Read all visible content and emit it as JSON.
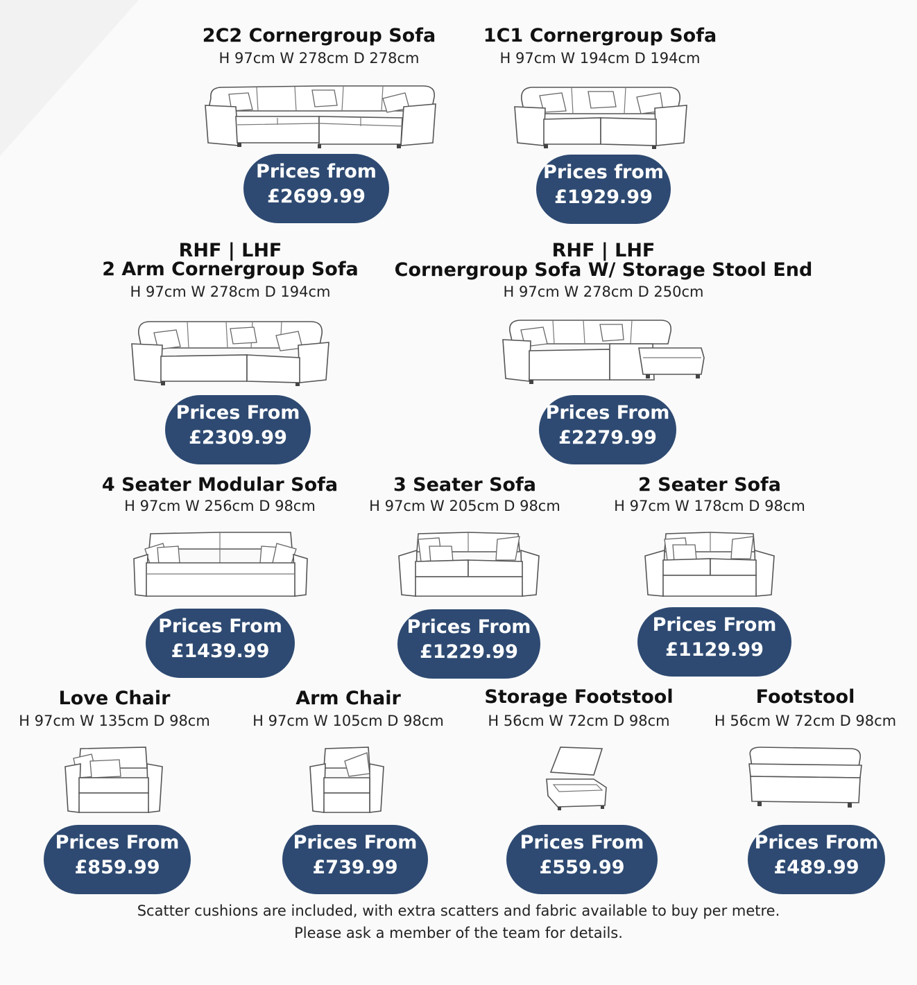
{
  "colors": {
    "pill": "#2e4a72",
    "background": "#fafafa",
    "text": "#111111"
  },
  "products": [
    {
      "name": "2C2 Cornergroup Sofa",
      "dims": "H 97cm W 278cm D 278cm",
      "price_label": "Prices from",
      "price": "£2699.99",
      "icon": "corner-sofa-icon"
    },
    {
      "name": "1C1 Cornergroup Sofa",
      "dims": "H 97cm W 194cm D 194cm",
      "price_label": "Prices from",
      "price": "£1929.99",
      "icon": "small-corner-sofa-icon"
    },
    {
      "pre": "RHF | LHF",
      "name": "2 Arm Cornergroup Sofa",
      "dims": "H 97cm W 278cm D 194cm",
      "price_label": "Prices From",
      "price": "£2309.99",
      "icon": "two-arm-corner-sofa-icon"
    },
    {
      "pre": "RHF | LHF",
      "name": "Cornergroup Sofa W/ Storage Stool End",
      "dims": "H 97cm W 278cm D 250cm",
      "price_label": "Prices From",
      "price": "£2279.99",
      "icon": "corner-sofa-stool-end-icon"
    },
    {
      "name": "4 Seater Modular Sofa",
      "dims": "H 97cm W 256cm D 98cm",
      "price_label": "Prices From",
      "price": "£1439.99",
      "icon": "four-seater-sofa-icon"
    },
    {
      "name": "3 Seater Sofa",
      "dims": "H 97cm W 205cm D 98cm",
      "price_label": "Prices From",
      "price": "£1229.99",
      "icon": "three-seater-sofa-icon"
    },
    {
      "name": "2 Seater Sofa",
      "dims": "H 97cm W 178cm D 98cm",
      "price_label": "Prices From",
      "price": "£1129.99",
      "icon": "two-seater-sofa-icon"
    },
    {
      "name": "Love Chair",
      "dims": "H 97cm W 135cm D 98cm",
      "price_label": "Prices From",
      "price": "£859.99",
      "icon": "love-chair-icon"
    },
    {
      "name": "Arm Chair",
      "dims": "H 97cm W 105cm D 98cm",
      "price_label": "Prices From",
      "price": "£739.99",
      "icon": "arm-chair-icon"
    },
    {
      "name": "Storage Footstool",
      "dims": "H 56cm W 72cm D 98cm",
      "price_label": "Prices From",
      "price": "£559.99",
      "icon": "storage-footstool-icon"
    },
    {
      "name": "Footstool",
      "dims": "H 56cm W 72cm D 98cm",
      "price_label": "Prices From",
      "price": "£489.99",
      "icon": "footstool-icon"
    }
  ],
  "footnote": {
    "line1": "Scatter cushions are included, with extra scatters and fabric available to buy per metre.",
    "line2": "Please ask a member of the team for details."
  }
}
